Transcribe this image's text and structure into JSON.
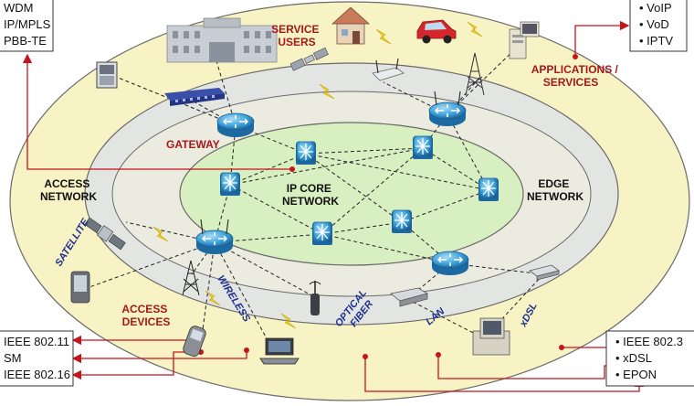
{
  "rings": {
    "ip_core": [
      "IP CORE",
      "NETWORK"
    ],
    "access_network": [
      "ACCESS",
      "NETWORK"
    ],
    "edge_network": [
      "EDGE",
      "NETWORK"
    ]
  },
  "labels": {
    "service_users": [
      "SERVICE",
      "USERS"
    ],
    "applications_services": [
      "APPLICATIONS /",
      "SERVICES"
    ],
    "gateway": "GATEWAY",
    "access_devices": [
      "ACCESS",
      "DEVICES"
    ]
  },
  "links": {
    "satellite": "SATELLITE",
    "wireless": "WIRELESS",
    "optical_fiber": [
      "OPTICAL",
      "FIBER"
    ],
    "lan": "LAN",
    "xdsl": "xDSL"
  },
  "boxes": {
    "top_left": [
      "WDM",
      "IP/MPLS",
      "PBB-TE"
    ],
    "top_right": [
      "VoIP",
      "VoD",
      "IPTV"
    ],
    "bottom_left": [
      "IEEE 802.11",
      "SM",
      "IEEE 802.16"
    ],
    "bottom_right": [
      "IEEE 802.3",
      "xDSL",
      "EPON"
    ]
  },
  "colors": {
    "outer_ring": "#f7f3c4",
    "access_ring": "#e3e5e3",
    "core_ring": "#d8efc2",
    "router": "#2f9ad6",
    "arrows": "#c4141c",
    "label_red": "#a4191c",
    "label_blue": "#1f2f8f"
  },
  "icons": [
    "router-icon",
    "building-icon",
    "house-icon",
    "car-icon",
    "server-icon",
    "satellite-icon",
    "antenna-tower-icon",
    "wifi-ap-icon",
    "phone-icon",
    "pda-icon",
    "laptop-icon",
    "desktop-icon",
    "switch-icon",
    "modem-icon",
    "lightning-icon"
  ]
}
